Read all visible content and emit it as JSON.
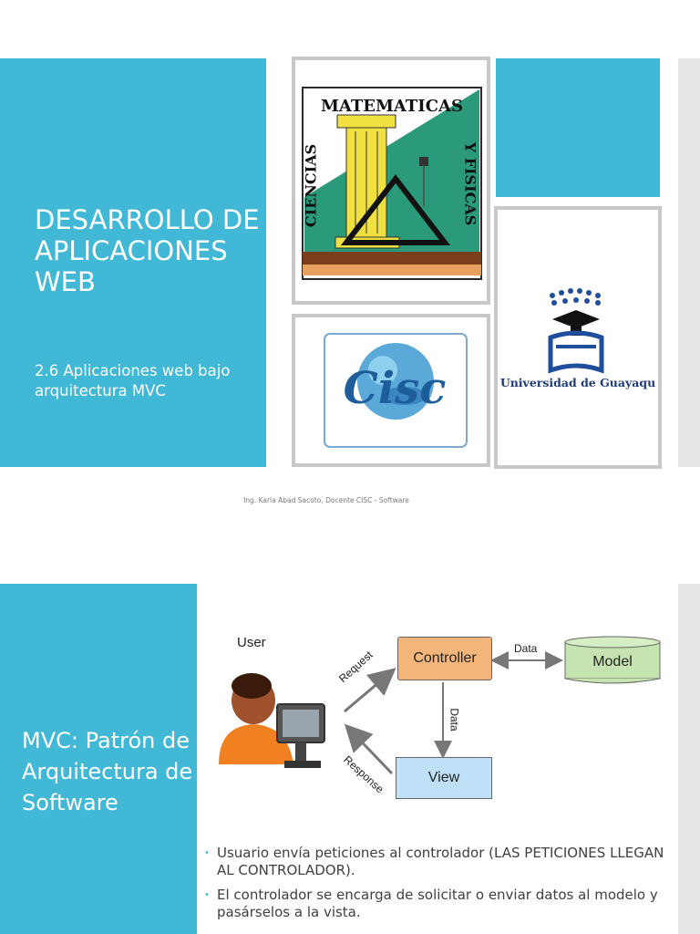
{
  "slide1": {
    "title": "DESARROLLO DE APLICACIONES WEB",
    "subtitle": "2.6 Aplicaciones web bajo arquitectura MVC",
    "logo_math": {
      "top_text": "MATEMATICAS",
      "left_text": "CIENCIAS",
      "right_text": "Y FISICAS"
    },
    "logo_cisc": {
      "text": "Cisc"
    },
    "logo_ug": {
      "text": "Universidad de Guayaqu"
    },
    "footer": "Ing. Karla Abad Sacoto, Docente CISC - Software"
  },
  "slide2": {
    "title": "MVC: Patrón de Arquitectura de Software",
    "diagram": {
      "user_label": "User",
      "controller_label": "Controller",
      "model_label": "Model",
      "view_label": "View",
      "request_label": "Request",
      "response_label": "Response",
      "data_label_h": "Data",
      "data_label_v": "Data"
    },
    "bullets": [
      {
        "text": "Usuario envía peticiones al controlador (LAS PETICIONES LLEGAN AL CONTROLADOR)."
      },
      {
        "text": "El controlador  se encarga de solicitar o enviar datos al modelo y pasárselos a la vista."
      }
    ]
  }
}
